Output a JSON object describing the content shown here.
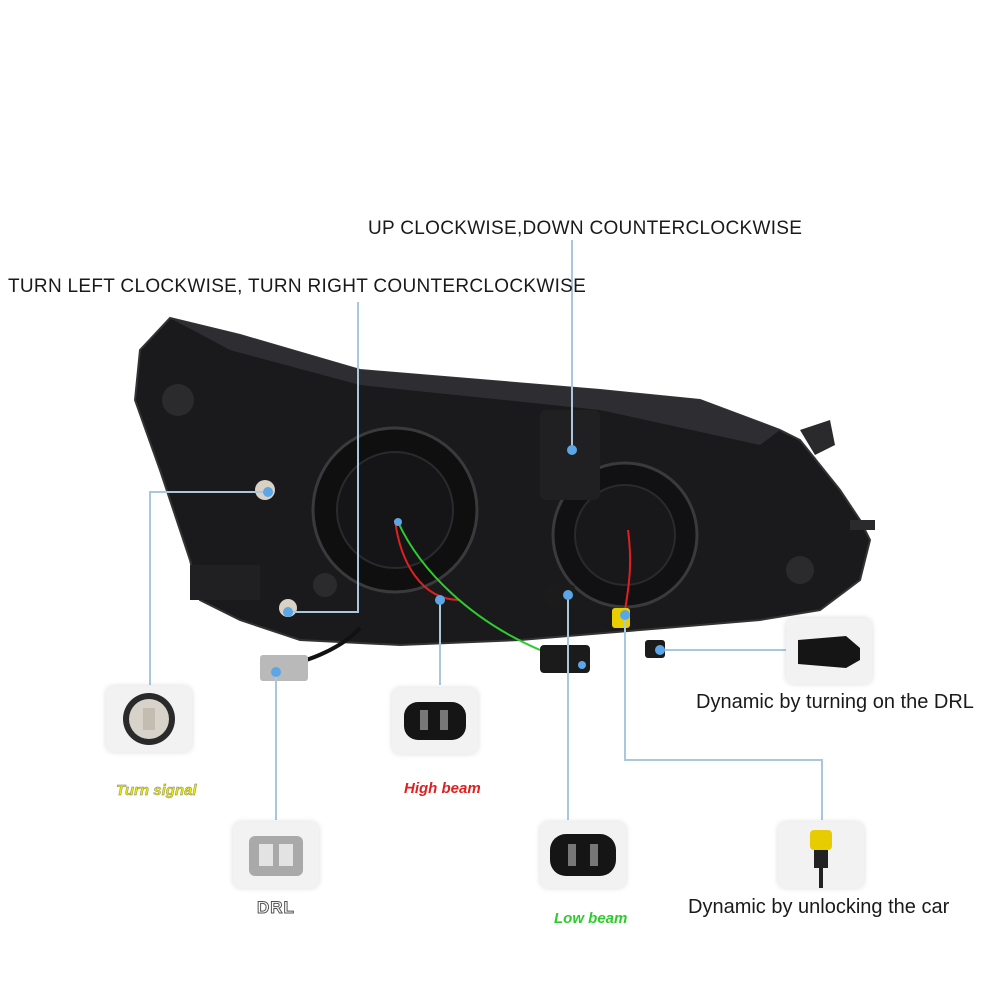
{
  "callouts": {
    "vertical_adjust": "UP CLOCKWISE,DOWN COUNTERCLOCKWISE",
    "horizontal_adjust": "TURN LEFT CLOCKWISE, TURN RIGHT COUNTERCLOCKWISE",
    "drl_dynamic": "Dynamic by turning on the DRL",
    "unlock_dynamic": "Dynamic by unlocking the car"
  },
  "connectors": {
    "turn_signal": "Turn signal",
    "high_beam": "High beam",
    "drl": "DRL",
    "low_beam": "Low beam"
  },
  "colors": {
    "turn_signal": "#e8e800",
    "high_beam": "#e02020",
    "low_beam": "#2ecc2e",
    "callout_line": "#a9c7de",
    "callout_dot": "#5aa6e6"
  }
}
